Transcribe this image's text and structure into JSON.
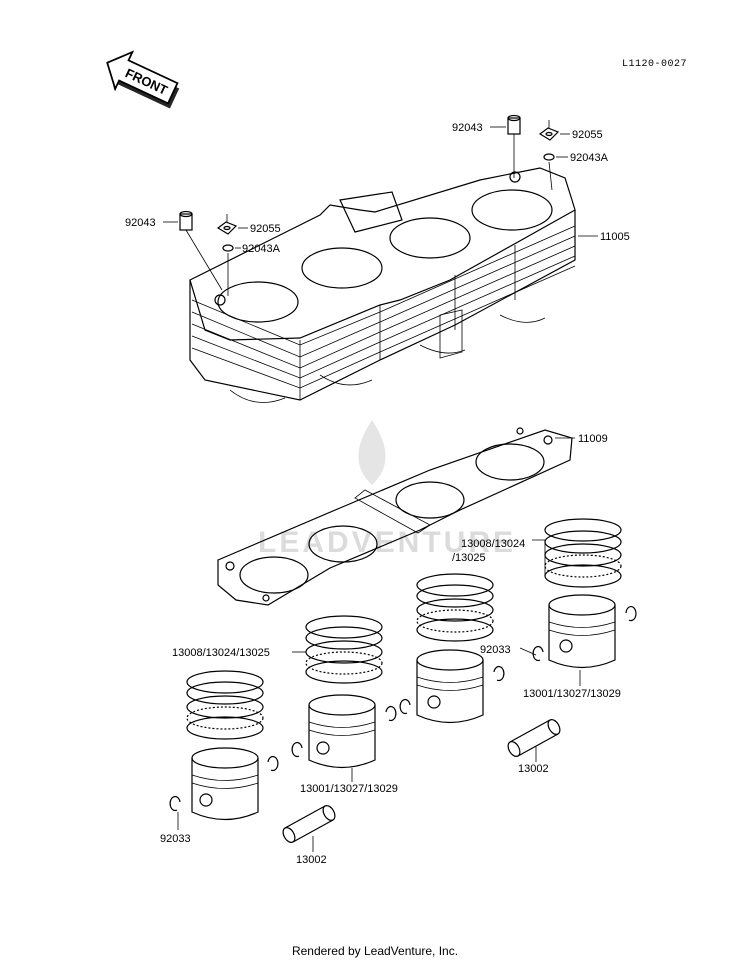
{
  "reference_code": "L1120-0027",
  "front_label": "FRONT",
  "watermark": "LEADVENTURE",
  "footer": "Rendered by LeadVenture, Inc.",
  "callouts": {
    "bolt_cap_right": "92043",
    "washer_right": "92055",
    "ring_right": "92043A",
    "bolt_cap_left": "92043",
    "washer_left": "92055",
    "ring_left": "92043A",
    "cylinder_block": "11005",
    "head_gasket": "11009",
    "rings_top_line1": "13008/13024",
    "rings_top_line2": "/13025",
    "rings_mid": "13008/13024/13025",
    "circlip_right": "92033",
    "piston_right": "13001/13027/13029",
    "pin_right": "13002",
    "piston_center": "13001/13027/13029",
    "circlip_left": "92033",
    "pin_left": "13002"
  },
  "icons": {
    "front_arrow": "front-arrow-icon",
    "watermark_logo": "flame-icon"
  }
}
